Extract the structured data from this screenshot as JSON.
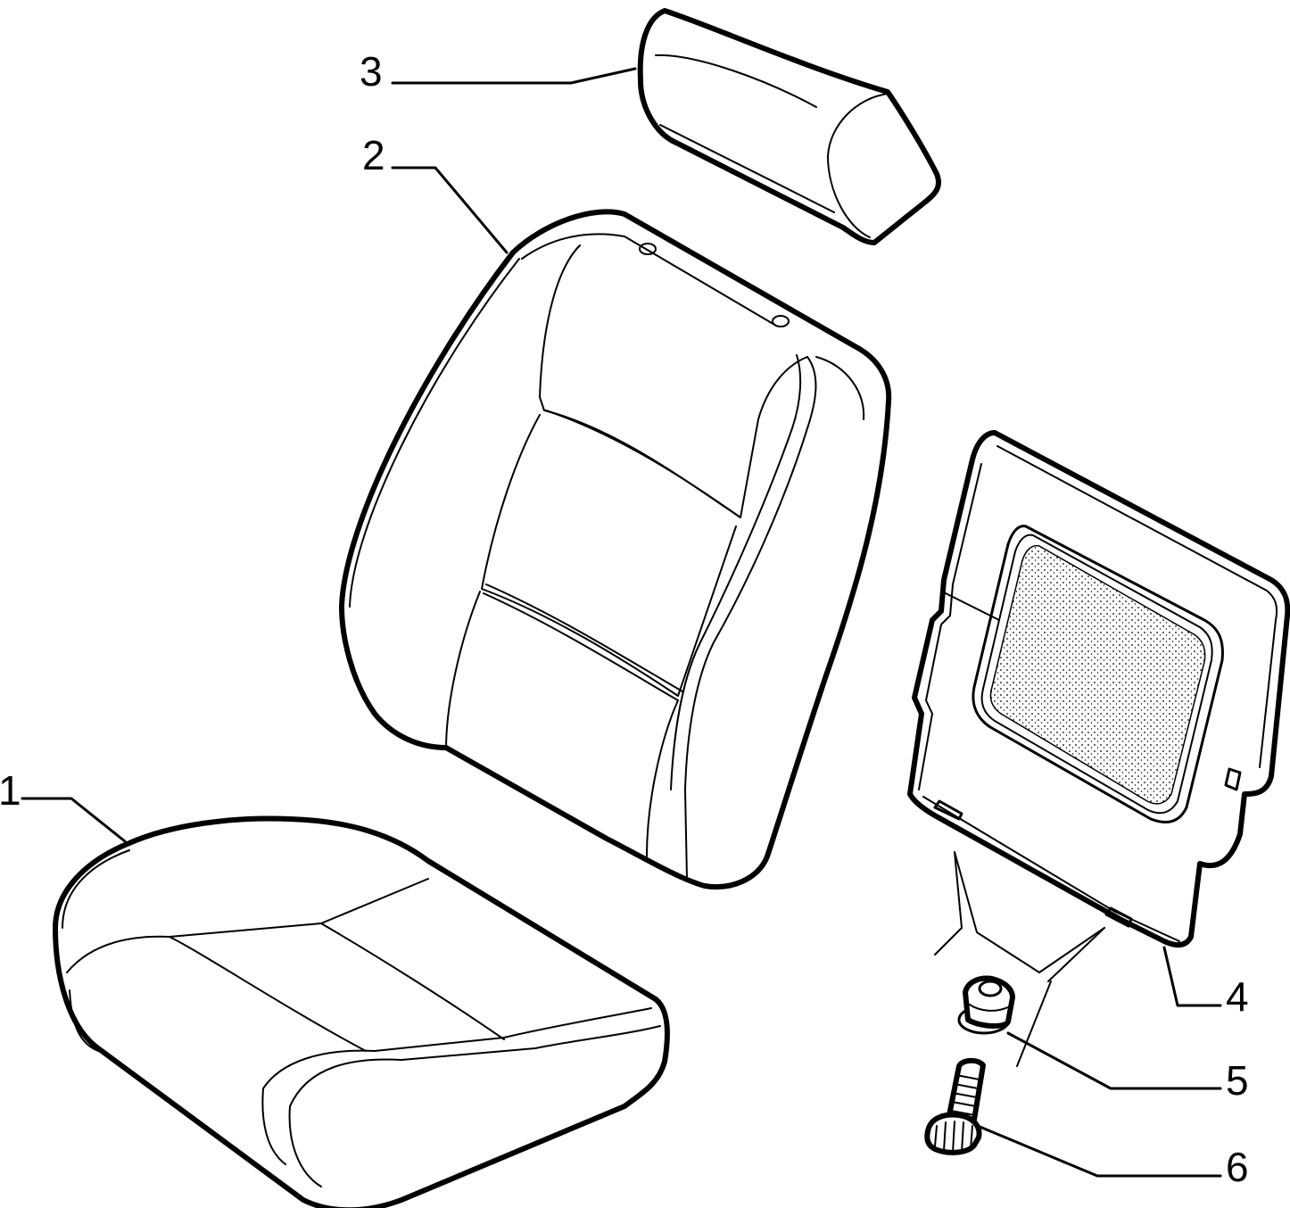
{
  "diagram": {
    "colors": {
      "line": "#000000",
      "background": "#ffffff"
    },
    "callouts": [
      {
        "id": "1",
        "label": "1"
      },
      {
        "id": "2",
        "label": "2"
      },
      {
        "id": "3",
        "label": "3"
      },
      {
        "id": "4",
        "label": "4"
      },
      {
        "id": "5",
        "label": "5"
      },
      {
        "id": "6",
        "label": "6"
      }
    ]
  }
}
